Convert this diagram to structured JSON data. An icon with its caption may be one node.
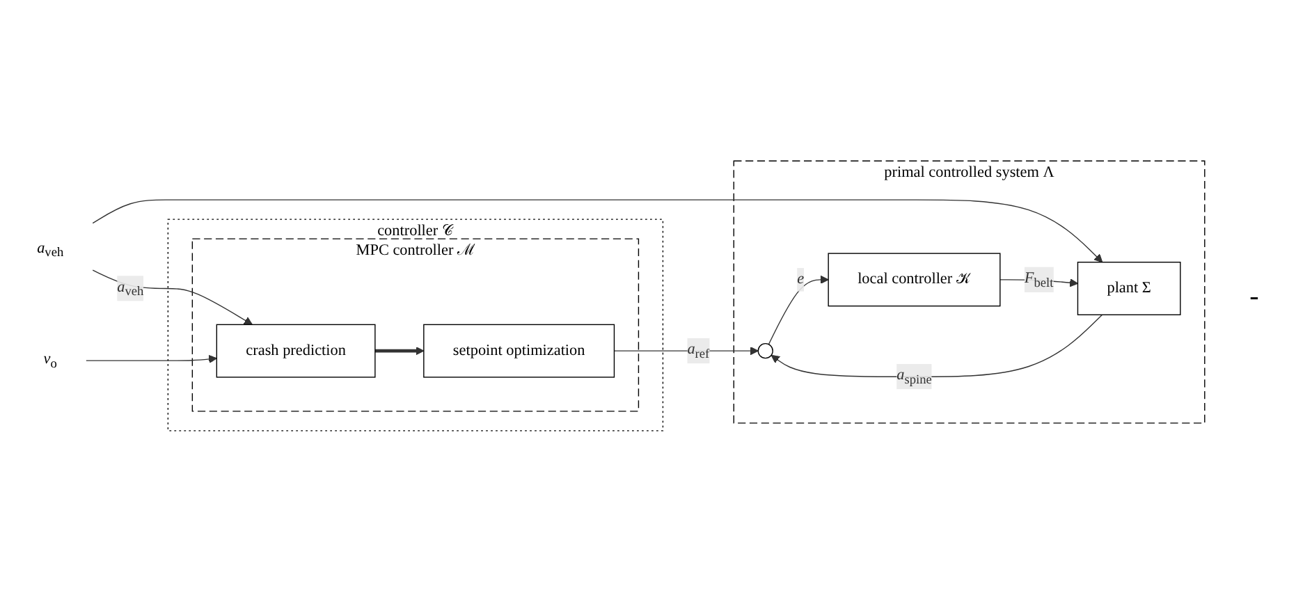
{
  "diagram": {
    "nodes": [
      {
        "text": [
          "controller 𝒞"
        ]
      },
      {
        "text": [
          "MPC controller ℳ"
        ],
        "in": 0
      },
      {
        "text": [
          "setpoint optimization"
        ],
        "in": 1
      },
      {
        "text": [
          "crash prediction"
        ],
        "in": 1
      },
      {
        "text": [
          "primal controlled system Λ"
        ]
      },
      {
        "text": [],
        "shape": "circle",
        "in": 4
      },
      {
        "text": [
          "local controller 𝒦"
        ],
        "in": 4
      },
      {
        "text": [
          "plant Σ"
        ],
        "in": 4
      },
      {
        "text": [
          "*a*$_{veh}$"
        ]
      },
      {
        "text": [
          "*v*$_{o}$"
        ]
      }
    ],
    "edges": [
      {
        "from": 2,
        "to": 5,
        "arrow": "to",
        "label": "*a*$_{ref}$"
      },
      {
        "from": 5,
        "to": 6,
        "arrow": "to",
        "label": "*e*"
      },
      {
        "from": 6,
        "to": 7,
        "arrow": "to",
        "label": "*F*$_{belt}$"
      },
      {
        "from": 7,
        "to": 5,
        "arrow": "to",
        "label": "*a*$_{spine}$"
      },
      {
        "from": 3,
        "to": 2,
        "arrow": "to",
        "style": "thick"
      },
      {
        "from": 8,
        "to": 7,
        "arrow": "to"
      },
      {
        "from": 8,
        "to": 3,
        "arrow": "to",
        "label": "*a*$_{veh}$"
      },
      {
        "from": 9,
        "to": 3,
        "arrow": "to"
      }
    ],
    "labels": [
      "-"
    ]
  }
}
